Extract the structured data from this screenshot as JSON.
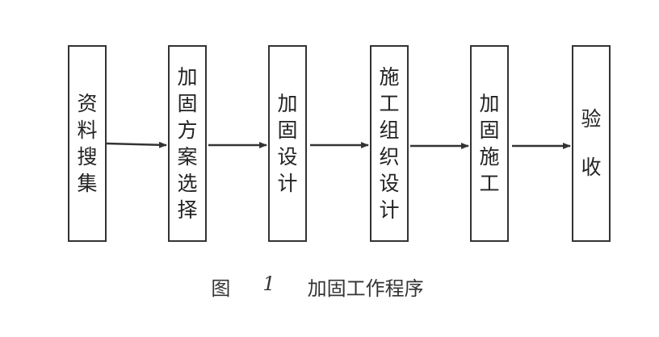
{
  "steps": [
    "资料搜集",
    "加固方案选择",
    "加固设计",
    "施工组织设计",
    "加固施工",
    "验收"
  ],
  "caption": {
    "figure_label": "图",
    "figure_number": "1",
    "title": "加固工作程序"
  },
  "colors": {
    "box_border": "#333333",
    "arrow": "#333333",
    "text": "#222222"
  }
}
